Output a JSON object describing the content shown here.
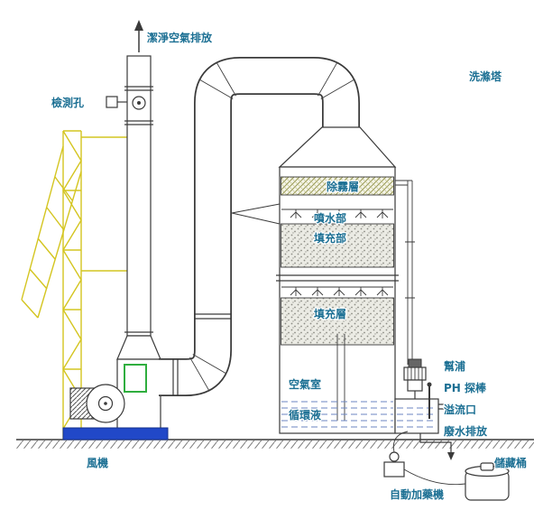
{
  "labels": {
    "clean_air": "潔淨空氣排放",
    "inspection_hole": "檢測孔",
    "scrubber_tower": "洗滌塔",
    "demister": "除霧層",
    "spray_section": "噴水部",
    "packing_section": "填充部",
    "packing_layer": "填充層",
    "air_chamber": "空氣室",
    "circulating_liquid": "循環液",
    "pump": "幫浦",
    "ph_probe": "PH 探棒",
    "overflow_port": "溢流口",
    "wastewater_discharge": "廢水排放",
    "storage_tank": "儲藏桶",
    "auto_dosing_machine": "自動加藥機",
    "fan": "風機"
  },
  "colors": {
    "label": "#1b6f93",
    "line": "#3a3a3a",
    "lattice": "#d4c520",
    "base": "#2148c8",
    "green": "#2fae3e",
    "water": "#6b86c2",
    "hatch": "#9a9a55",
    "stipple_bg": "#ebebe4"
  }
}
